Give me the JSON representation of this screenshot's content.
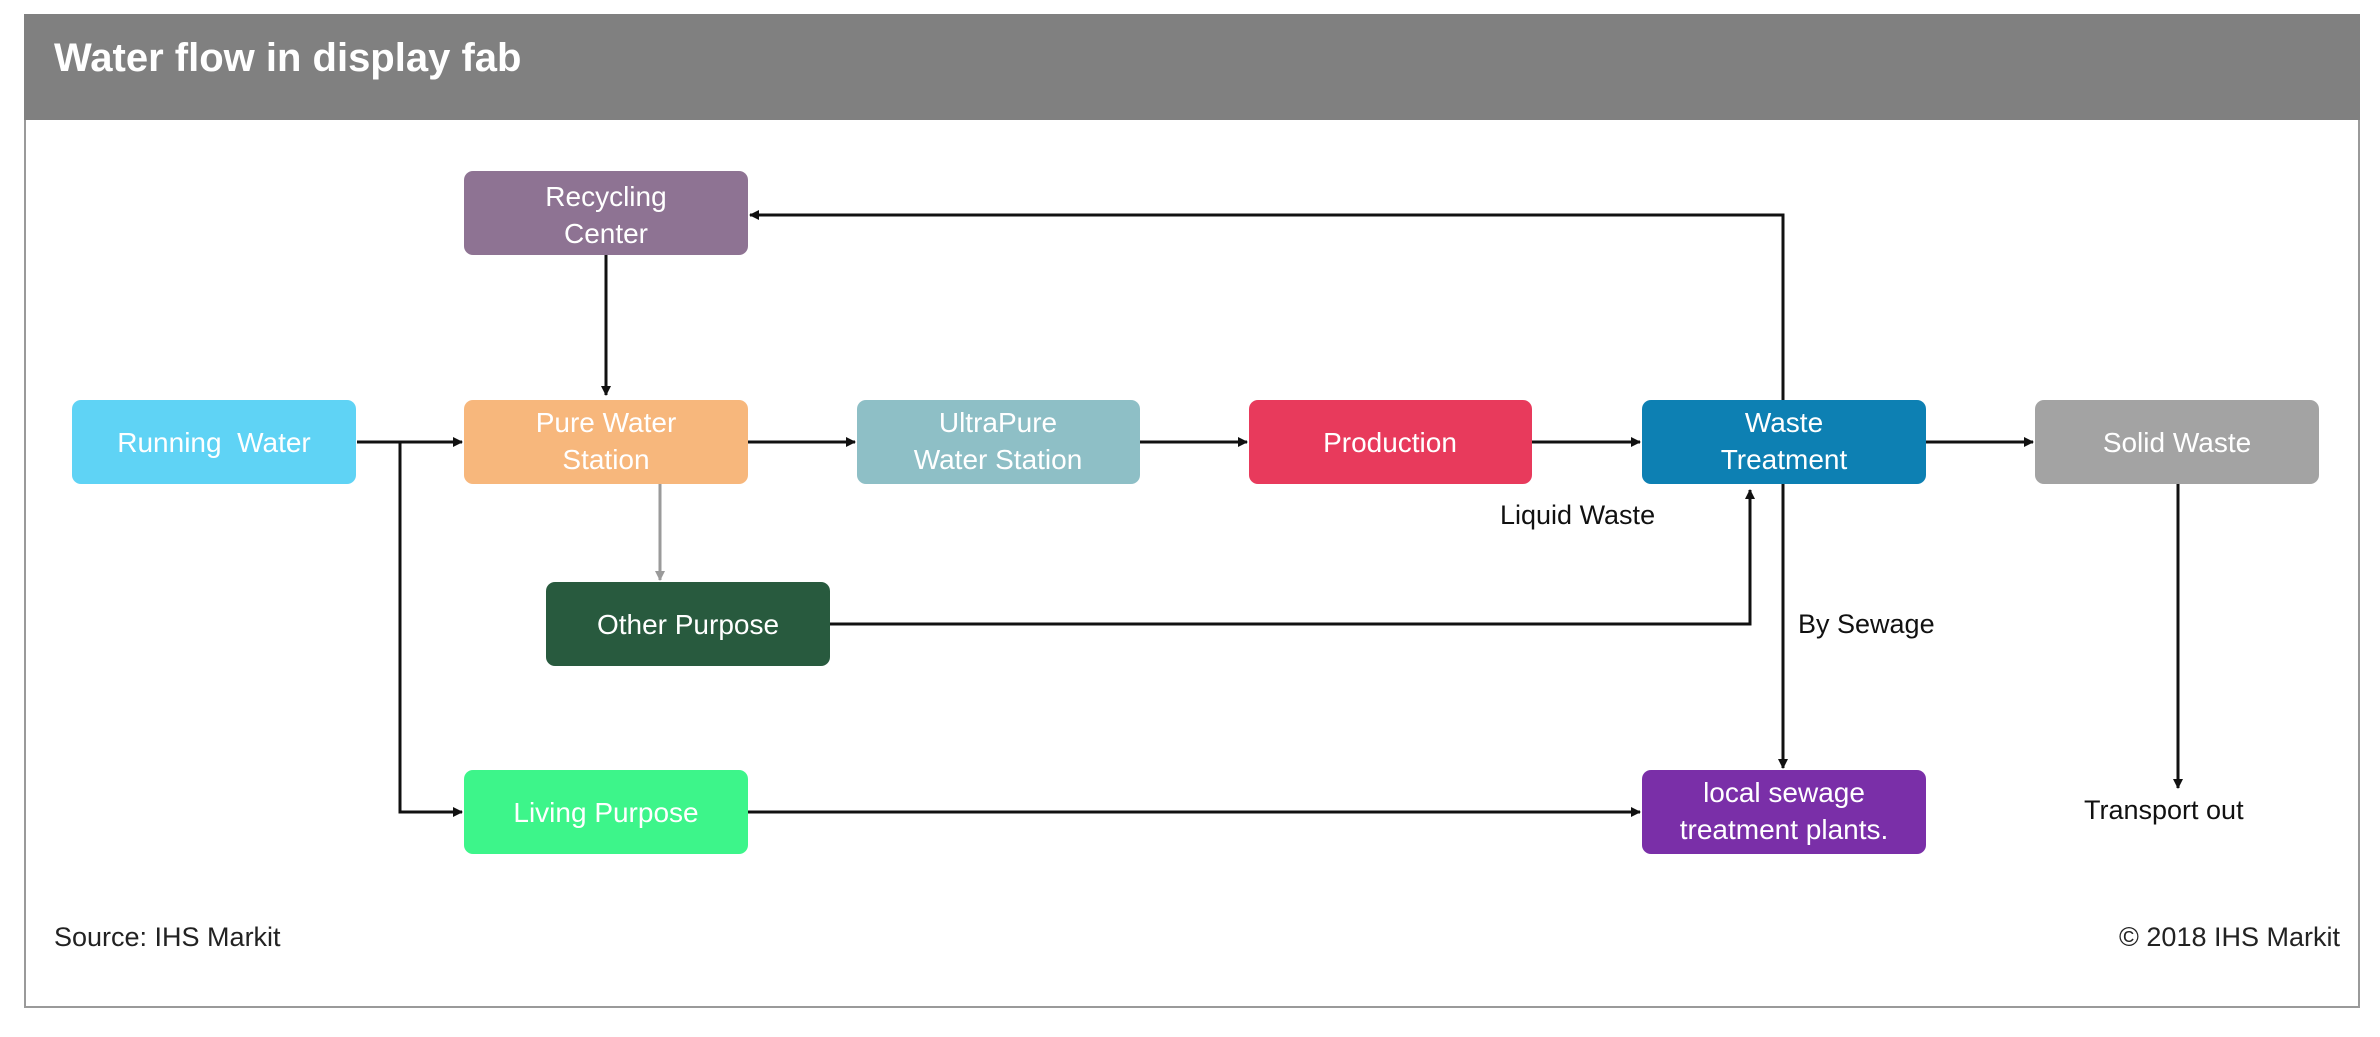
{
  "title": "Water flow in display fab",
  "colors": {
    "title_bar": "#808080",
    "recycling_center": "#8e7393",
    "running_water": "#5fd3f5",
    "pure_water_station": "#f7b77c",
    "ultrapure_water_station": "#8ebfc6",
    "production": "#e83a5c",
    "waste_treatment": "#0d80b3",
    "solid_waste": "#a3a3a3",
    "other_purpose": "#285a3e",
    "living_purpose": "#3df58a",
    "local_sewage": "#7a2fa8"
  },
  "nodes": {
    "recycling_center": [
      "Recycling",
      "Center"
    ],
    "running_water": [
      "Running  Water"
    ],
    "pure_water_station": [
      "Pure Water",
      "Station"
    ],
    "ultrapure_water_station": [
      "UltraPure",
      "Water Station"
    ],
    "production": [
      "Production"
    ],
    "waste_treatment": [
      "Waste",
      "Treatment"
    ],
    "solid_waste": [
      "Solid Waste"
    ],
    "other_purpose": [
      "Other Purpose"
    ],
    "living_purpose": [
      "Living Purpose"
    ],
    "local_sewage": [
      "local sewage",
      "treatment plants."
    ]
  },
  "edge_labels": {
    "liquid_waste": "Liquid Waste",
    "by_sewage": "By Sewage",
    "transport_out": "Transport out"
  },
  "footer": {
    "source": "Source: IHS Markit",
    "copyright": "© 2018 IHS Markit"
  }
}
